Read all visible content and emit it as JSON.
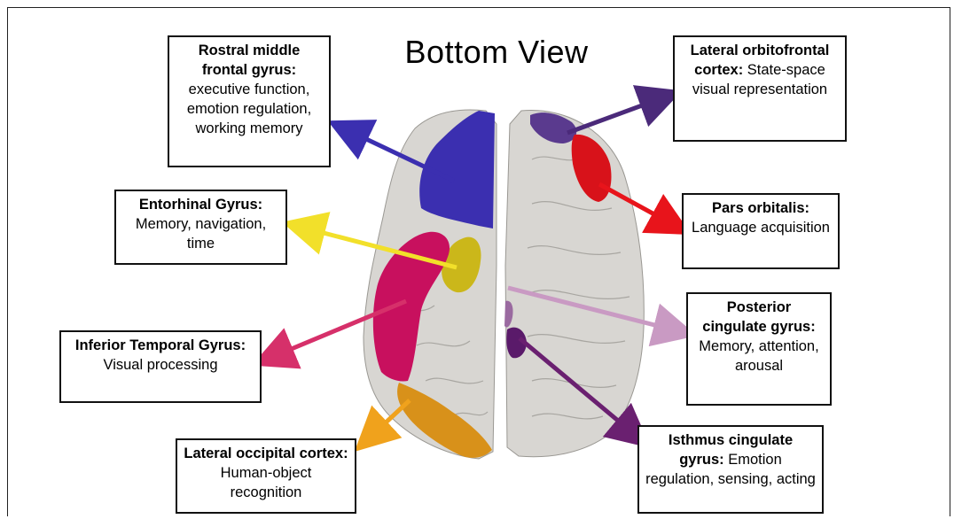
{
  "title": "Bottom View",
  "labels": {
    "rostral": {
      "name": "Rostral middle frontal gyrus",
      "desc": "executive function, emotion regulation, working memory",
      "color": "#3b2fb0"
    },
    "lateral_orbitofrontal": {
      "name": "Lateral orbitofrontal cortex",
      "desc": "State-space visual representation",
      "color": "#4b2a7a"
    },
    "entorhinal": {
      "name": "Entorhinal Gyrus",
      "desc": "Memory, navigation, time",
      "color": "#f2e02a"
    },
    "pars_orbitalis": {
      "name": "Pars orbitalis",
      "desc": "Language acquisition",
      "color": "#e8141b"
    },
    "posterior_cingulate": {
      "name": "Posterior cingulate gyrus",
      "desc": "Memory, attention, arousal",
      "color": "#c99ac3"
    },
    "inferior_temporal": {
      "name": "Inferior Temporal Gyrus",
      "desc": "Visual processing",
      "color": "#d6306a"
    },
    "lateral_occipital": {
      "name": "Lateral occipital cortex",
      "desc": "Human-object recognition",
      "color": "#f0a21c"
    },
    "isthmus_cingulate": {
      "name": "Isthmus cingulate gyrus",
      "desc": "Emotion regulation, sensing, acting",
      "color": "#6a2070"
    }
  }
}
